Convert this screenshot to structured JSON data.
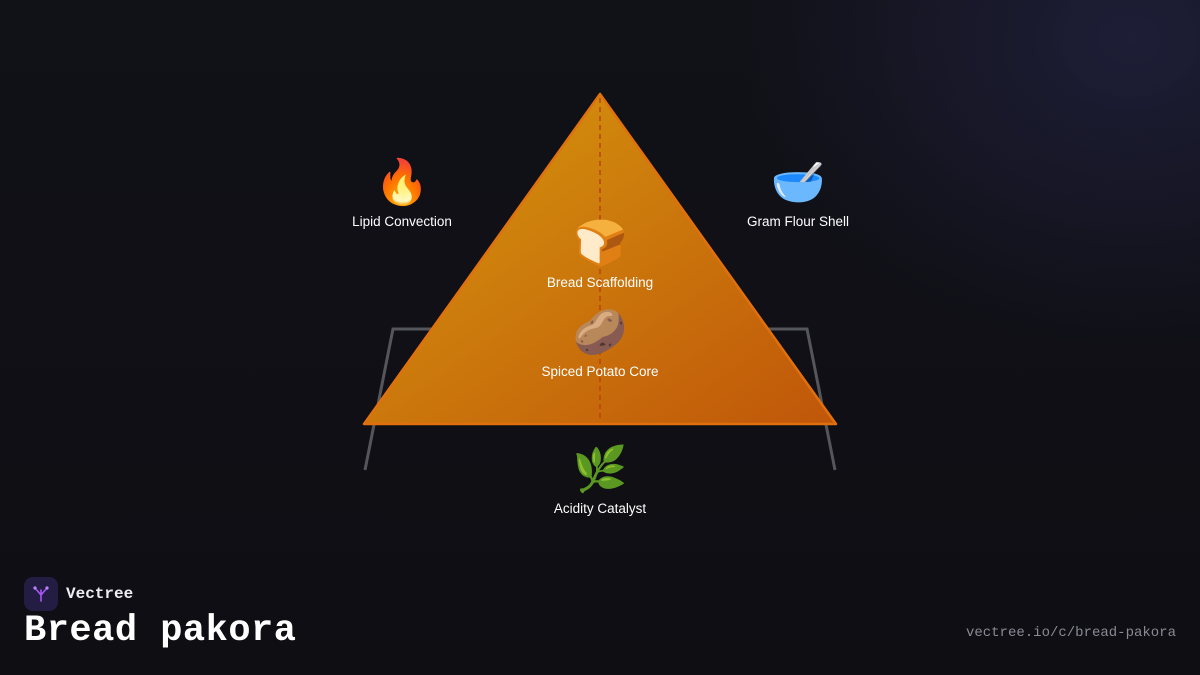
{
  "brand": {
    "name": "Vectree",
    "logo_icon": "tree-branch-icon",
    "accent": "#a855f7"
  },
  "title": "Bread pakora",
  "url": "vectree.io/c/bread-pakora",
  "diagram": {
    "triangle_colors": {
      "top": "#d6990d",
      "bottom": "#c0560a",
      "stroke": "#e0700e"
    },
    "nodes": [
      {
        "id": "lipid",
        "icon": "fire-icon",
        "emoji": "🔥",
        "label": "Lipid Convection"
      },
      {
        "id": "gram",
        "icon": "bowl-icon",
        "emoji": "🥣",
        "label": "Gram Flour Shell"
      },
      {
        "id": "bread",
        "icon": "bread-icon",
        "emoji": "🍞",
        "label": "Bread Scaffolding"
      },
      {
        "id": "potato",
        "icon": "potato-icon",
        "emoji": "🥔",
        "label": "Spiced Potato Core"
      },
      {
        "id": "acid",
        "icon": "herb-icon",
        "emoji": "🌿",
        "label": "Acidity Catalyst"
      }
    ]
  }
}
